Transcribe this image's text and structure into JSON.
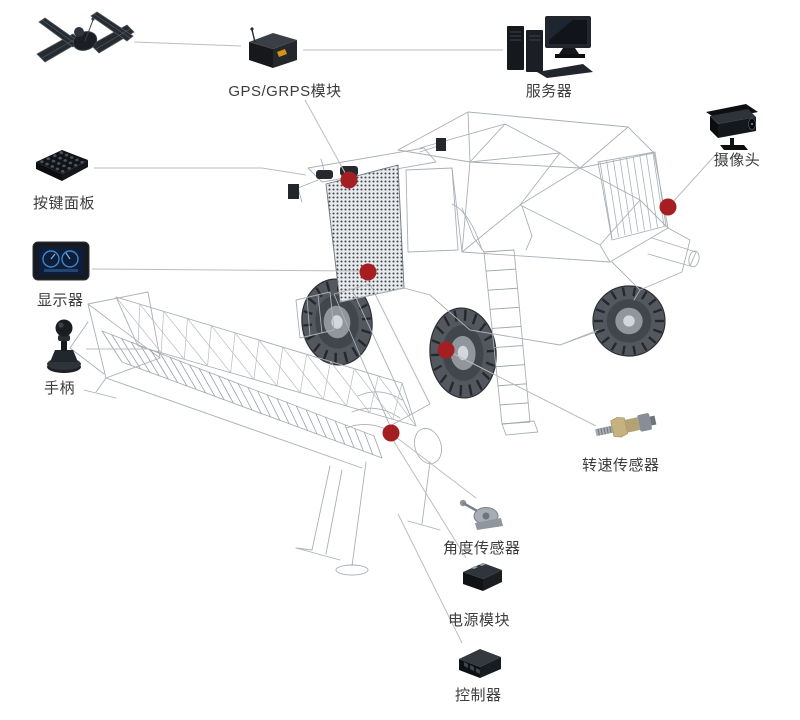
{
  "labels": {
    "gps_module": "GPS/GRPS模块",
    "server": "服务器",
    "camera": "摄像头",
    "keypad": "按键面板",
    "display": "显示器",
    "joystick": "手柄",
    "speed_sensor": "转速传感器",
    "angle_sensor": "角度传感器",
    "power_module": "电源模块",
    "controller": "控制器"
  },
  "colors": {
    "marker": "#a41e22",
    "connector": "#bdbdbd",
    "label_text": "#3c3c3c",
    "wireframe": "#a9b0b6",
    "background": "#ffffff"
  }
}
